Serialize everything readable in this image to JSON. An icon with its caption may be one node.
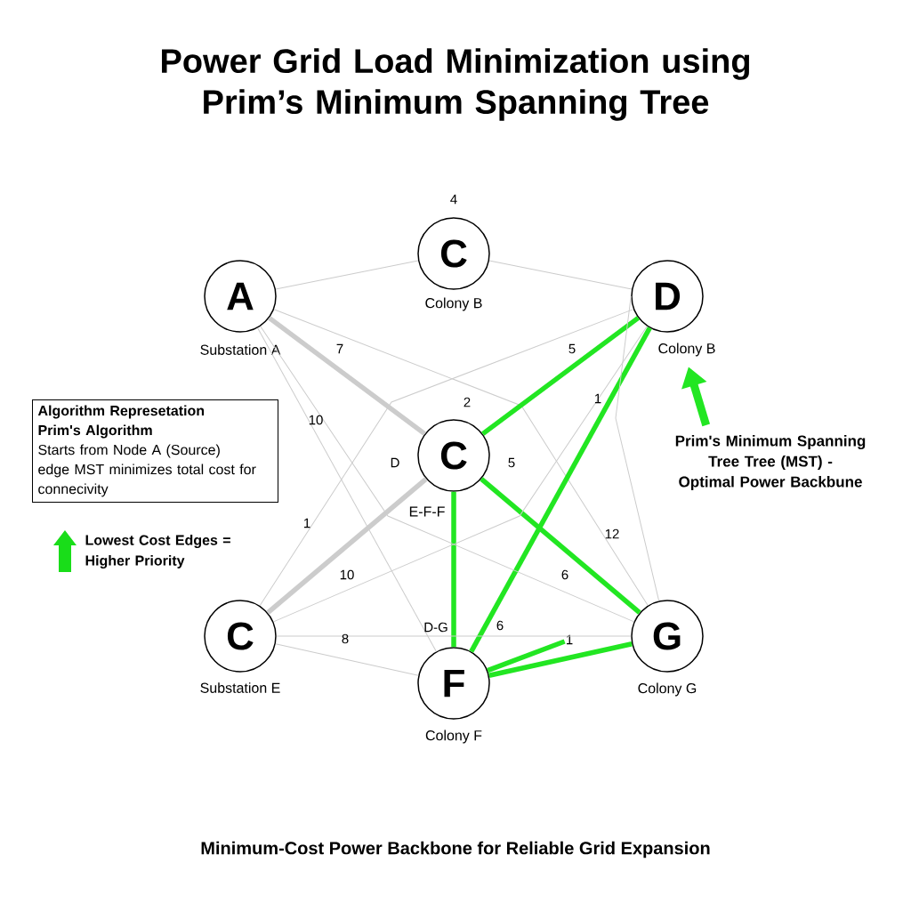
{
  "diagram": {
    "title": "Power Grid Load Minimization using Prim’s Minimum Spanning Tree",
    "caption": "Minimum-Cost Power Backbone for Reliable Grid Expansion",
    "nodes": [
      {
        "text": [
          "A"
        ],
        "beside": [
          "Substation A"
        ]
      },
      {
        "text": [
          "C"
        ],
        "beside": [
          "Colony B"
        ]
      },
      {
        "text": [
          "D"
        ],
        "beside": [
          "Colony B"
        ]
      },
      {
        "text": [
          "C"
        ],
        "beside": [
          "E-F-F"
        ]
      },
      {
        "text": [
          "C"
        ],
        "beside": [
          "Substation E"
        ]
      },
      {
        "text": [
          "F"
        ],
        "beside": [
          "Colony F"
        ]
      },
      {
        "text": [
          "G"
        ],
        "beside": [
          "Colony G"
        ]
      },
      {
        "text": [
          "Algorithm Represetation",
          "Prim's Algorithm",
          "Starts from Node A (Source) edge MST minimizes total cost for connecivity"
        ]
      },
      {
        "text": [
          "Prim's Minimum Spanning Tree Tree (MST) - Optimal Power Backbune"
        ]
      },
      {
        "text": [
          "1"
        ]
      }
    ],
    "edges": [
      {
        "from": 0,
        "to": 1,
        "arrow": "none"
      },
      {
        "from": 1,
        "to": 2,
        "arrow": "none"
      },
      {
        "from": 0,
        "to": 3,
        "arrow": "none",
        "style": "thick"
      },
      {
        "from": 0,
        "to": 6,
        "arrow": "none"
      },
      {
        "from": 0,
        "to": 5,
        "arrow": "none"
      },
      {
        "from": 2,
        "to": 4,
        "arrow": "none"
      },
      {
        "from": 2,
        "to": 3,
        "arrow": "none",
        "style": "thick",
        "color": "#22e622"
      },
      {
        "from": 2,
        "to": 5,
        "arrow": "none",
        "style": "thick",
        "color": "#22e622"
      },
      {
        "from": 2,
        "to": 6,
        "arrow": "none"
      },
      {
        "from": 3,
        "to": 5,
        "arrow": "none",
        "style": "thick",
        "color": "#22e622"
      },
      {
        "from": 3,
        "to": 6,
        "arrow": "none",
        "style": "thick",
        "color": "#22e622"
      },
      {
        "from": 3,
        "to": 4,
        "arrow": "none",
        "style": "thick"
      },
      {
        "from": 4,
        "to": 6,
        "arrow": "none"
      },
      {
        "from": 4,
        "to": 5,
        "arrow": "none"
      },
      {
        "from": 5,
        "to": 6,
        "arrow": "none",
        "style": "thick",
        "color": "#22e622"
      },
      {
        "from": 5,
        "to": 9,
        "arrow": "none",
        "style": "thick",
        "color": "#22e622"
      },
      {
        "from": 8,
        "to": 2,
        "arrow": "to",
        "style": "thick",
        "color": "#22e622"
      },
      {
        "from": 0,
        "to": 6,
        "arrow": "none"
      },
      {
        "from": 4,
        "to": 2,
        "arrow": "none"
      }
    ],
    "labels": [
      "4",
      "7",
      "5",
      "2",
      "1",
      "10",
      "D",
      "5",
      "1",
      "12",
      "10",
      "6",
      "D-G",
      "6",
      "8"
    ],
    "legend": [
      {
        "text": "Lowest Cost Edges = Higher Priority"
      }
    ]
  }
}
